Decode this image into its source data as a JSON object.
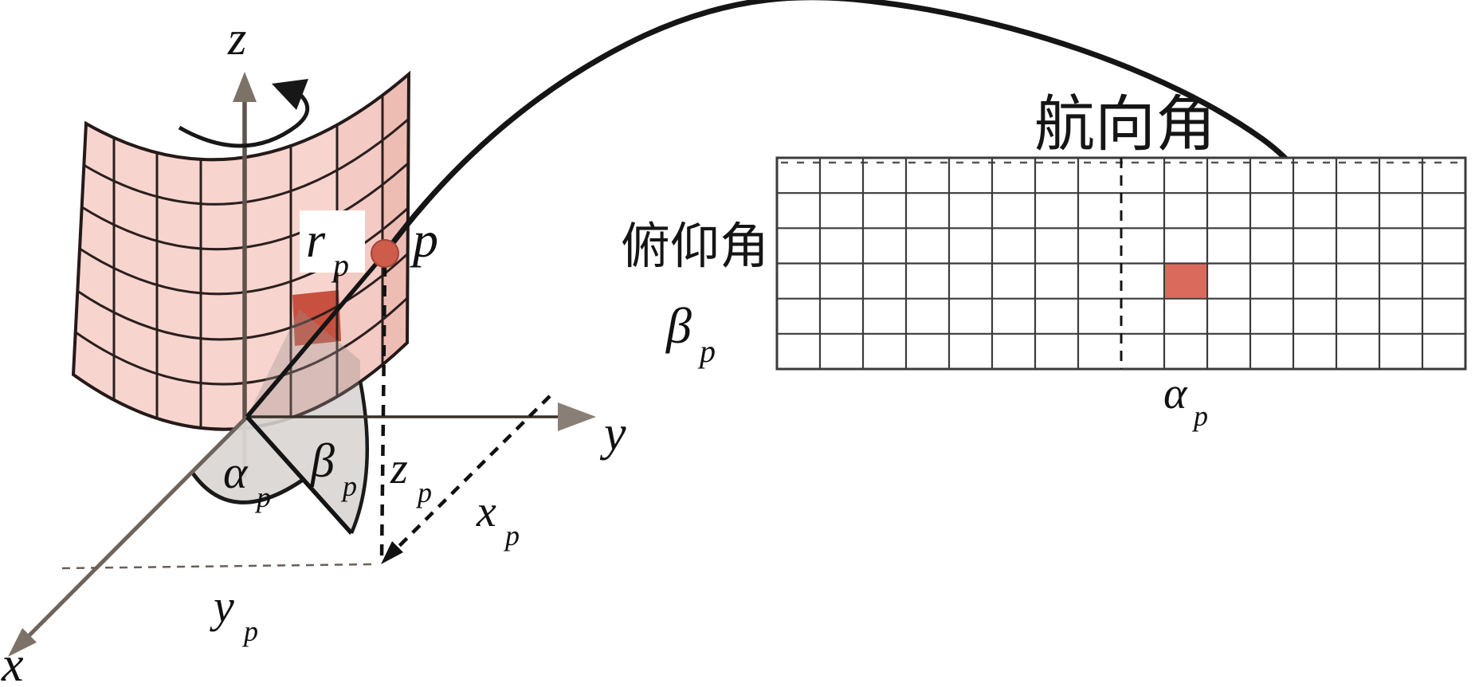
{
  "figure": {
    "left": {
      "axis_x": "x",
      "axis_y": "y",
      "axis_z": "z",
      "point_label": "p",
      "radius": {
        "main": "r",
        "sub": "p"
      },
      "alpha": {
        "main": "α",
        "sub": "p"
      },
      "beta": {
        "main": "β",
        "sub": "p"
      },
      "xp": {
        "main": "x",
        "sub": "p"
      },
      "yp": {
        "main": "y",
        "sub": "p"
      },
      "zp": {
        "main": "z",
        "sub": "p"
      }
    },
    "right": {
      "title": "航向角",
      "row_label": "俯仰角",
      "row_symbol": {
        "main": "β",
        "sub": "p"
      },
      "col_symbol": {
        "main": "α",
        "sub": "p"
      },
      "grid": {
        "columns": 16,
        "rows": 6,
        "dashed_column_index": 8,
        "highlighted_cell": {
          "column": 10,
          "row": 4
        }
      }
    },
    "colors": {
      "cylinder_pink": "#f7d5ce",
      "cylinder_shade": "#e9b4ab",
      "cell_red_3d": "#c8503e",
      "point_red": "#cd5c4b",
      "cell_red_grid": "#d96a5c",
      "fan_gray": "#dad6d4",
      "axis_gray": "#6e635a",
      "line_black": "#1a1a1a"
    }
  }
}
